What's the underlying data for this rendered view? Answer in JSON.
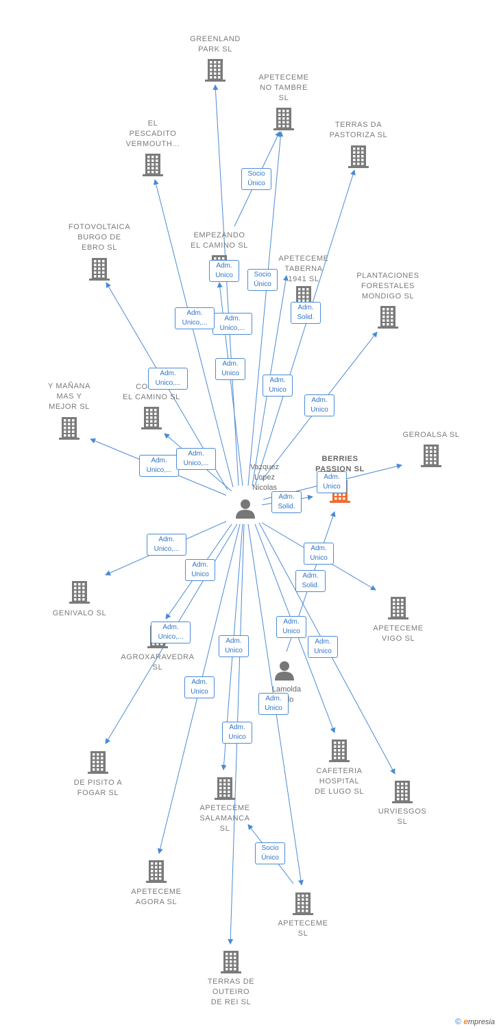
{
  "colors": {
    "edge": "#4a8ad4",
    "building": "#7a7a7a",
    "focus_building": "#f26a2c",
    "person": "#777777"
  },
  "persons": [
    {
      "id": "p1",
      "label": "Vazquez\nLopez\nNicolas",
      "icon": "person-icon"
    },
    {
      "id": "p2",
      "label": "Lamolda\nablo",
      "icon": "person-icon"
    }
  ],
  "companies": [
    {
      "id": "c01",
      "label": "GREENLAND\nPARK  SL",
      "icon": "building-icon"
    },
    {
      "id": "c02",
      "label": "APETECEME\nNO TAMBRE\nSL",
      "icon": "building-icon"
    },
    {
      "id": "c03",
      "label": "TERRAS DA\nPASTORIZA  SL",
      "icon": "building-icon"
    },
    {
      "id": "c04",
      "label": "EL\nPESCADITO\nVERMOUTH...",
      "icon": "building-icon"
    },
    {
      "id": "c05",
      "label": "FOTOVOLTAICA\nBURGO DE\nEBRO  SL",
      "icon": "building-icon"
    },
    {
      "id": "c06",
      "label": "EMPEZANDO\nEL CAMINO  SL",
      "icon": "building-icon"
    },
    {
      "id": "c07",
      "label": "APETECEME\nTABERNA\n1941  SL",
      "icon": "building-icon"
    },
    {
      "id": "c08",
      "label": "PLANTACIONES\nFORESTALES\nMONDIGO  SL",
      "icon": "building-icon"
    },
    {
      "id": "c09",
      "label": "Y MAÑANA\nMAS Y\nMEJOR  SL",
      "icon": "building-icon"
    },
    {
      "id": "c10",
      "label": "CONTIN\nEL CAMINO  SL",
      "icon": "building-icon"
    },
    {
      "id": "c11",
      "label": "GEROALSA  SL",
      "icon": "building-icon"
    },
    {
      "id": "c12",
      "label": "BERRIES\nPASSION  SL",
      "icon": "building-icon",
      "focus": true
    },
    {
      "id": "c13",
      "label": "GENIVALO  SL",
      "icon": "building-icon"
    },
    {
      "id": "c14",
      "label": "AGROXARAVEDRA\nSL",
      "icon": "building-icon"
    },
    {
      "id": "c15",
      "label": "APETECEME\nVIGO  SL",
      "icon": "building-icon"
    },
    {
      "id": "c16",
      "label": "DE PISITO A\nFOGAR  SL",
      "icon": "building-icon"
    },
    {
      "id": "c17",
      "label": "CAFETERIA\nHOSPITAL\nDE LUGO  SL",
      "icon": "building-icon"
    },
    {
      "id": "c18",
      "label": "URVIESGOS\nSL",
      "icon": "building-icon"
    },
    {
      "id": "c19",
      "label": "APETECEME\nSALAMANCA\nSL",
      "icon": "building-icon"
    },
    {
      "id": "c20",
      "label": "APETECEME\nAGORA  SL",
      "icon": "building-icon"
    },
    {
      "id": "c21",
      "label": "APETECEME\nSL",
      "icon": "building-icon"
    },
    {
      "id": "c22",
      "label": "TERRAS DE\nOUTEIRO\nDE REI  SL",
      "icon": "building-icon"
    }
  ],
  "edges": [
    {
      "from": "p1",
      "to": "c01",
      "label": "Adm.\nUnico,..."
    },
    {
      "from": "p1",
      "to": "c02",
      "label": "Adm.\nUnico"
    },
    {
      "from": "c06",
      "to": "c02",
      "label": "Socio\nÚnico"
    },
    {
      "from": "p1",
      "to": "c03",
      "label": "Adm.\nSolid."
    },
    {
      "from": "p1",
      "to": "c04",
      "label": "Adm.\nUnico,..."
    },
    {
      "from": "p1",
      "to": "c05",
      "label": "Adm.\nUnico,..."
    },
    {
      "from": "p1",
      "to": "c06",
      "label": "Adm.\nUnico"
    },
    {
      "from": "p1",
      "to": "c07",
      "label": "Adm.\nUnico"
    },
    {
      "from": "c07",
      "to": "c02",
      "label": "Socio\nÚnico"
    },
    {
      "from": "p1",
      "to": "c08",
      "label": "Adm.\nUnico"
    },
    {
      "from": "p1",
      "to": "c09",
      "label": "Adm.\nUnico,..."
    },
    {
      "from": "p1",
      "to": "c10",
      "label": "Adm.\nUnico,..."
    },
    {
      "from": "p1",
      "to": "c11",
      "label": "Adm.\nUnico"
    },
    {
      "from": "p1",
      "to": "c12",
      "label": "Adm.\nSolid."
    },
    {
      "from": "p2",
      "to": "c12",
      "label": "Adm.\nSolid."
    },
    {
      "from": "p1",
      "to": "c13",
      "label": "Adm.\nUnico,..."
    },
    {
      "from": "p1",
      "to": "c14",
      "label": "Adm.\nUnico"
    },
    {
      "from": "p1",
      "to": "c15",
      "label": "Adm.\nUnico"
    },
    {
      "from": "p1",
      "to": "c16",
      "label": "Adm.\nUnico,..."
    },
    {
      "from": "p1",
      "to": "c17",
      "label": "Adm.\nUnico"
    },
    {
      "from": "p1",
      "to": "c18",
      "label": "Adm.\nUnico"
    },
    {
      "from": "p1",
      "to": "c19",
      "label": "Adm.\nUnico"
    },
    {
      "from": "p1",
      "to": "c20",
      "label": "Adm.\nUnico"
    },
    {
      "from": "p1",
      "to": "c21",
      "label": "Adm.\nUnico"
    },
    {
      "from": "c21",
      "to": "c19",
      "label": "Socio\nÚnico"
    },
    {
      "from": "p1",
      "to": "c22",
      "label": "Adm.\nUnico"
    }
  ],
  "footer": {
    "copyright": "©",
    "brand_e": "e",
    "brand_rest": "mpresia"
  }
}
